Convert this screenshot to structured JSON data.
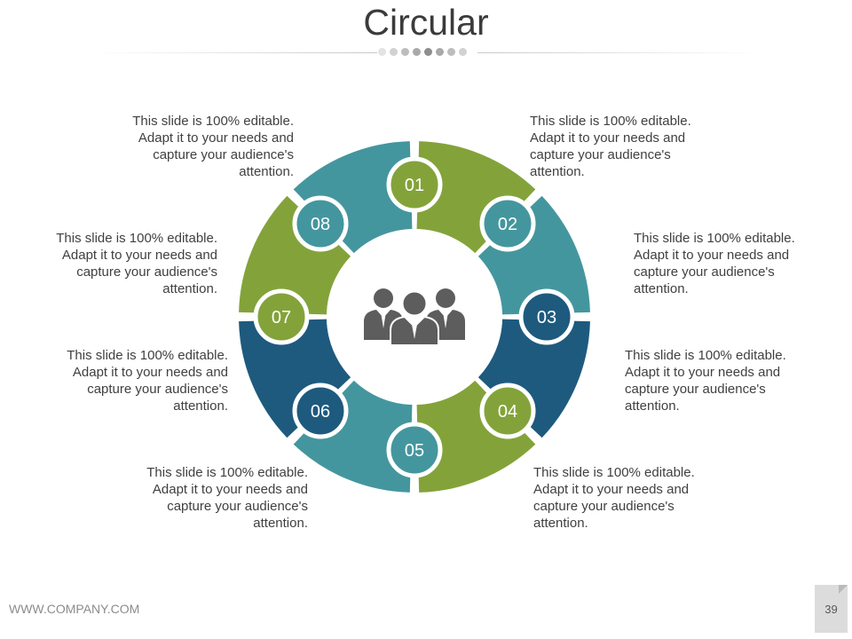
{
  "slide": {
    "title": "Circular",
    "footer": "WWW.COMPANY.COM",
    "page_number": "39"
  },
  "colors": {
    "green": "#83a33a",
    "teal": "#44969e",
    "navy": "#1e5a7e",
    "icon_gray": "#5d5d5d",
    "text": "#404040"
  },
  "center_icon": "business-team-icon",
  "steps": [
    {
      "number": "01",
      "text": "This slide is 100% editable. Adapt it to your needs and capture your audience's attention."
    },
    {
      "number": "02",
      "text": "This slide is 100% editable. Adapt it to your needs and capture your audience's attention."
    },
    {
      "number": "03",
      "text": "This slide is 100% editable. Adapt it to your needs and capture your audience's attention."
    },
    {
      "number": "04",
      "text": "This slide is 100% editable. Adapt it to your needs and capture your audience's attention."
    },
    {
      "number": "05",
      "text": "This slide is 100% editable. Adapt it to your needs and capture your audience's attention."
    },
    {
      "number": "06",
      "text": "This slide is 100% editable. Adapt it to your needs and capture your audience's attention."
    },
    {
      "number": "07",
      "text": "This slide is 100% editable. Adapt it to your needs and capture your audience's attention."
    },
    {
      "number": "08",
      "text": "This slide is 100% editable. Adapt it to your needs and capture your audience's attention."
    }
  ]
}
